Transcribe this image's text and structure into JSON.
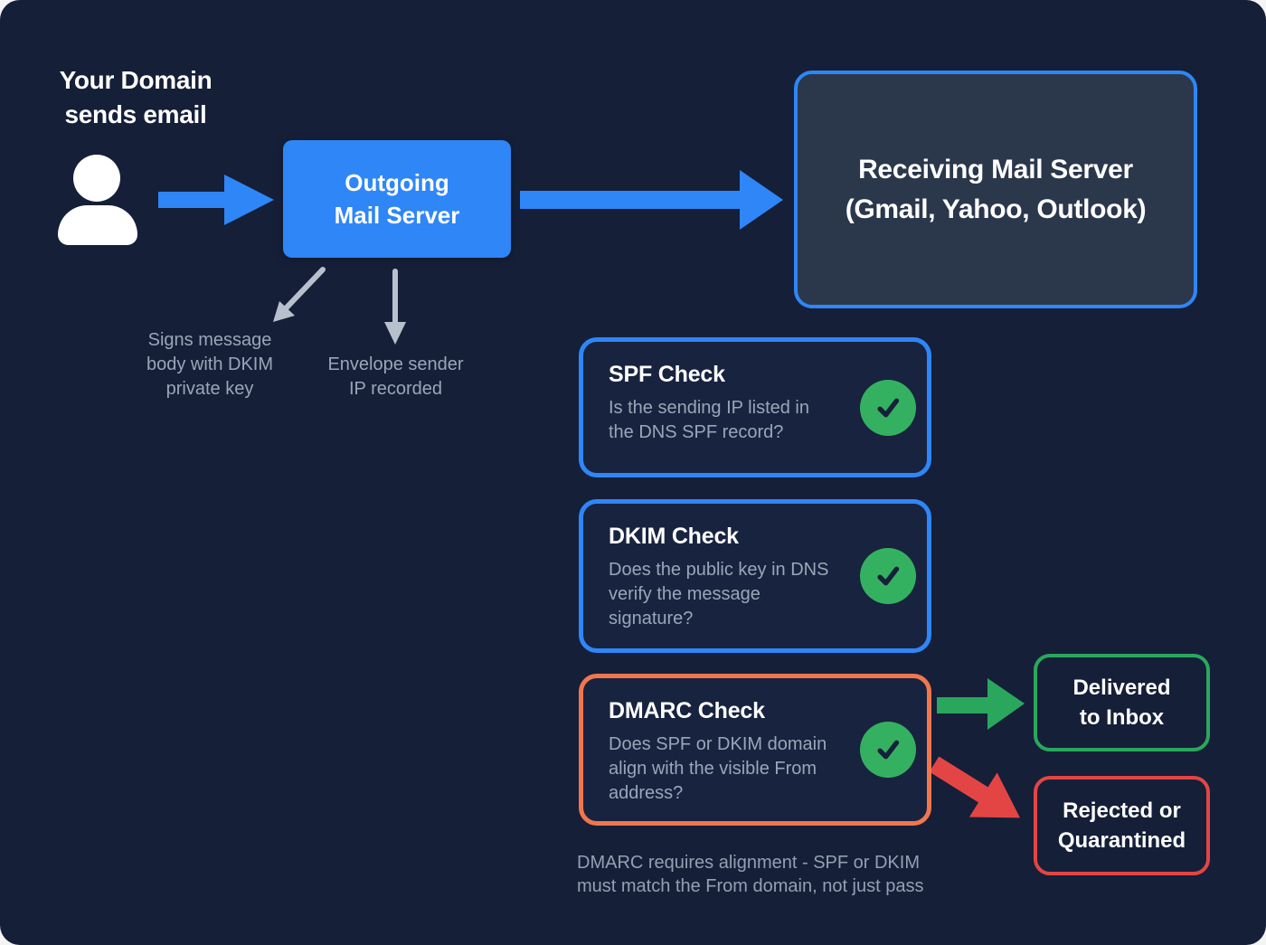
{
  "colors": {
    "canvas-bg": "#151f38",
    "panel-bg": "#2b374b",
    "card-bg": "#18233f",
    "blue": "#2f86f6",
    "green": "#2aa75c",
    "red": "#e34545",
    "orange": "#f0764e",
    "gray-arrow": "#b7c0cd",
    "muted": "#9aa6b8",
    "muted-dim": "#93a0b2",
    "check-bg": "#34b160",
    "check-stroke": "#16203a"
  },
  "sender": {
    "line1": "Your Domain",
    "line2": "sends email"
  },
  "outgoing": {
    "line1": "Outgoing",
    "line2": "Mail Server"
  },
  "receiving": {
    "line1": "Receiving Mail Server",
    "line2": "(Gmail, Yahoo, Outlook)"
  },
  "annotations": {
    "dkim": {
      "line1": "Signs message",
      "line2": "body with DKIM",
      "line3": "private key"
    },
    "spf": {
      "line1": "Envelope sender",
      "line2": "IP recorded"
    }
  },
  "checks": [
    {
      "title": "SPF Check",
      "desc1": "Is the sending IP listed in",
      "desc2": "the DNS SPF record?",
      "status": "pass"
    },
    {
      "title": "DKIM Check",
      "desc1": "Does the public key in DNS",
      "desc2": "verify the message",
      "desc3": "signature?",
      "status": "pass"
    },
    {
      "title": "DMARC Check",
      "desc1": "Does SPF or DKIM domain",
      "desc2": "align with the visible From",
      "desc3": "address?",
      "status": "pass"
    }
  ],
  "outcomes": {
    "delivered": {
      "line1": "Delivered",
      "line2": "to Inbox"
    },
    "rejected": {
      "line1": "Rejected or",
      "line2": "Quarantined"
    }
  },
  "footnote": {
    "line1": "DMARC requires alignment - SPF or DKIM",
    "line2": "must match the From domain, not just pass"
  }
}
